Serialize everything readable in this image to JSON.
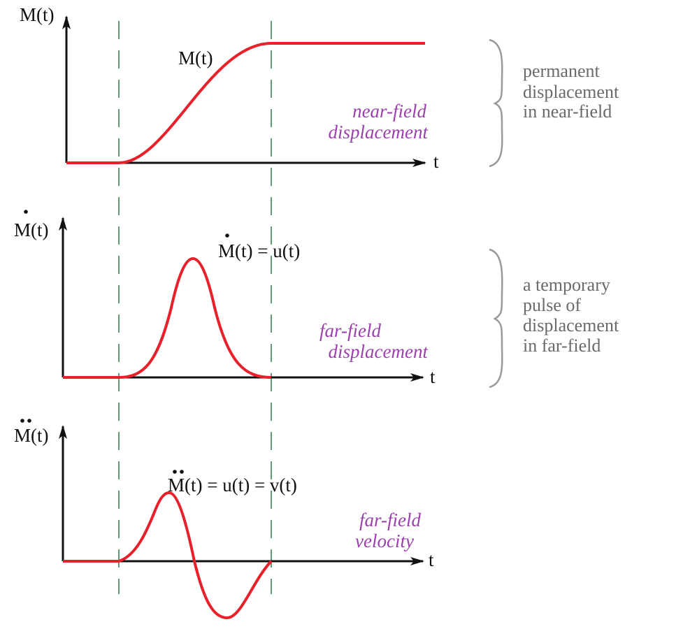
{
  "colors": {
    "curve": "#e8202a",
    "axis": "#111111",
    "guide": "#2d7a4a",
    "field_label": "#9b3fae",
    "note": "#6a6a6a",
    "brace": "#9a9a9a"
  },
  "panels": [
    {
      "y_axis_label": "M(t)",
      "x_axis_label": "t",
      "curve_label": "M(t)",
      "field_label": [
        "near-field",
        "displacement"
      ]
    },
    {
      "y_axis_label": "M(t)",
      "x_axis_label": "t",
      "curve_label": "M(t) = u(t)",
      "field_label": [
        "far-field",
        "displacement"
      ]
    },
    {
      "y_axis_label": "M(t)",
      "x_axis_label": "t",
      "curve_label": "M(t) = u(t) = v(t)",
      "field_label": [
        "far-field",
        "velocity"
      ]
    }
  ],
  "brace_notes": [
    {
      "lines": [
        "permanent",
        "displacement",
        "in near-field"
      ]
    },
    {
      "lines": [
        "a temporary",
        "pulse of",
        "displacement",
        "in far-field"
      ]
    }
  ]
}
